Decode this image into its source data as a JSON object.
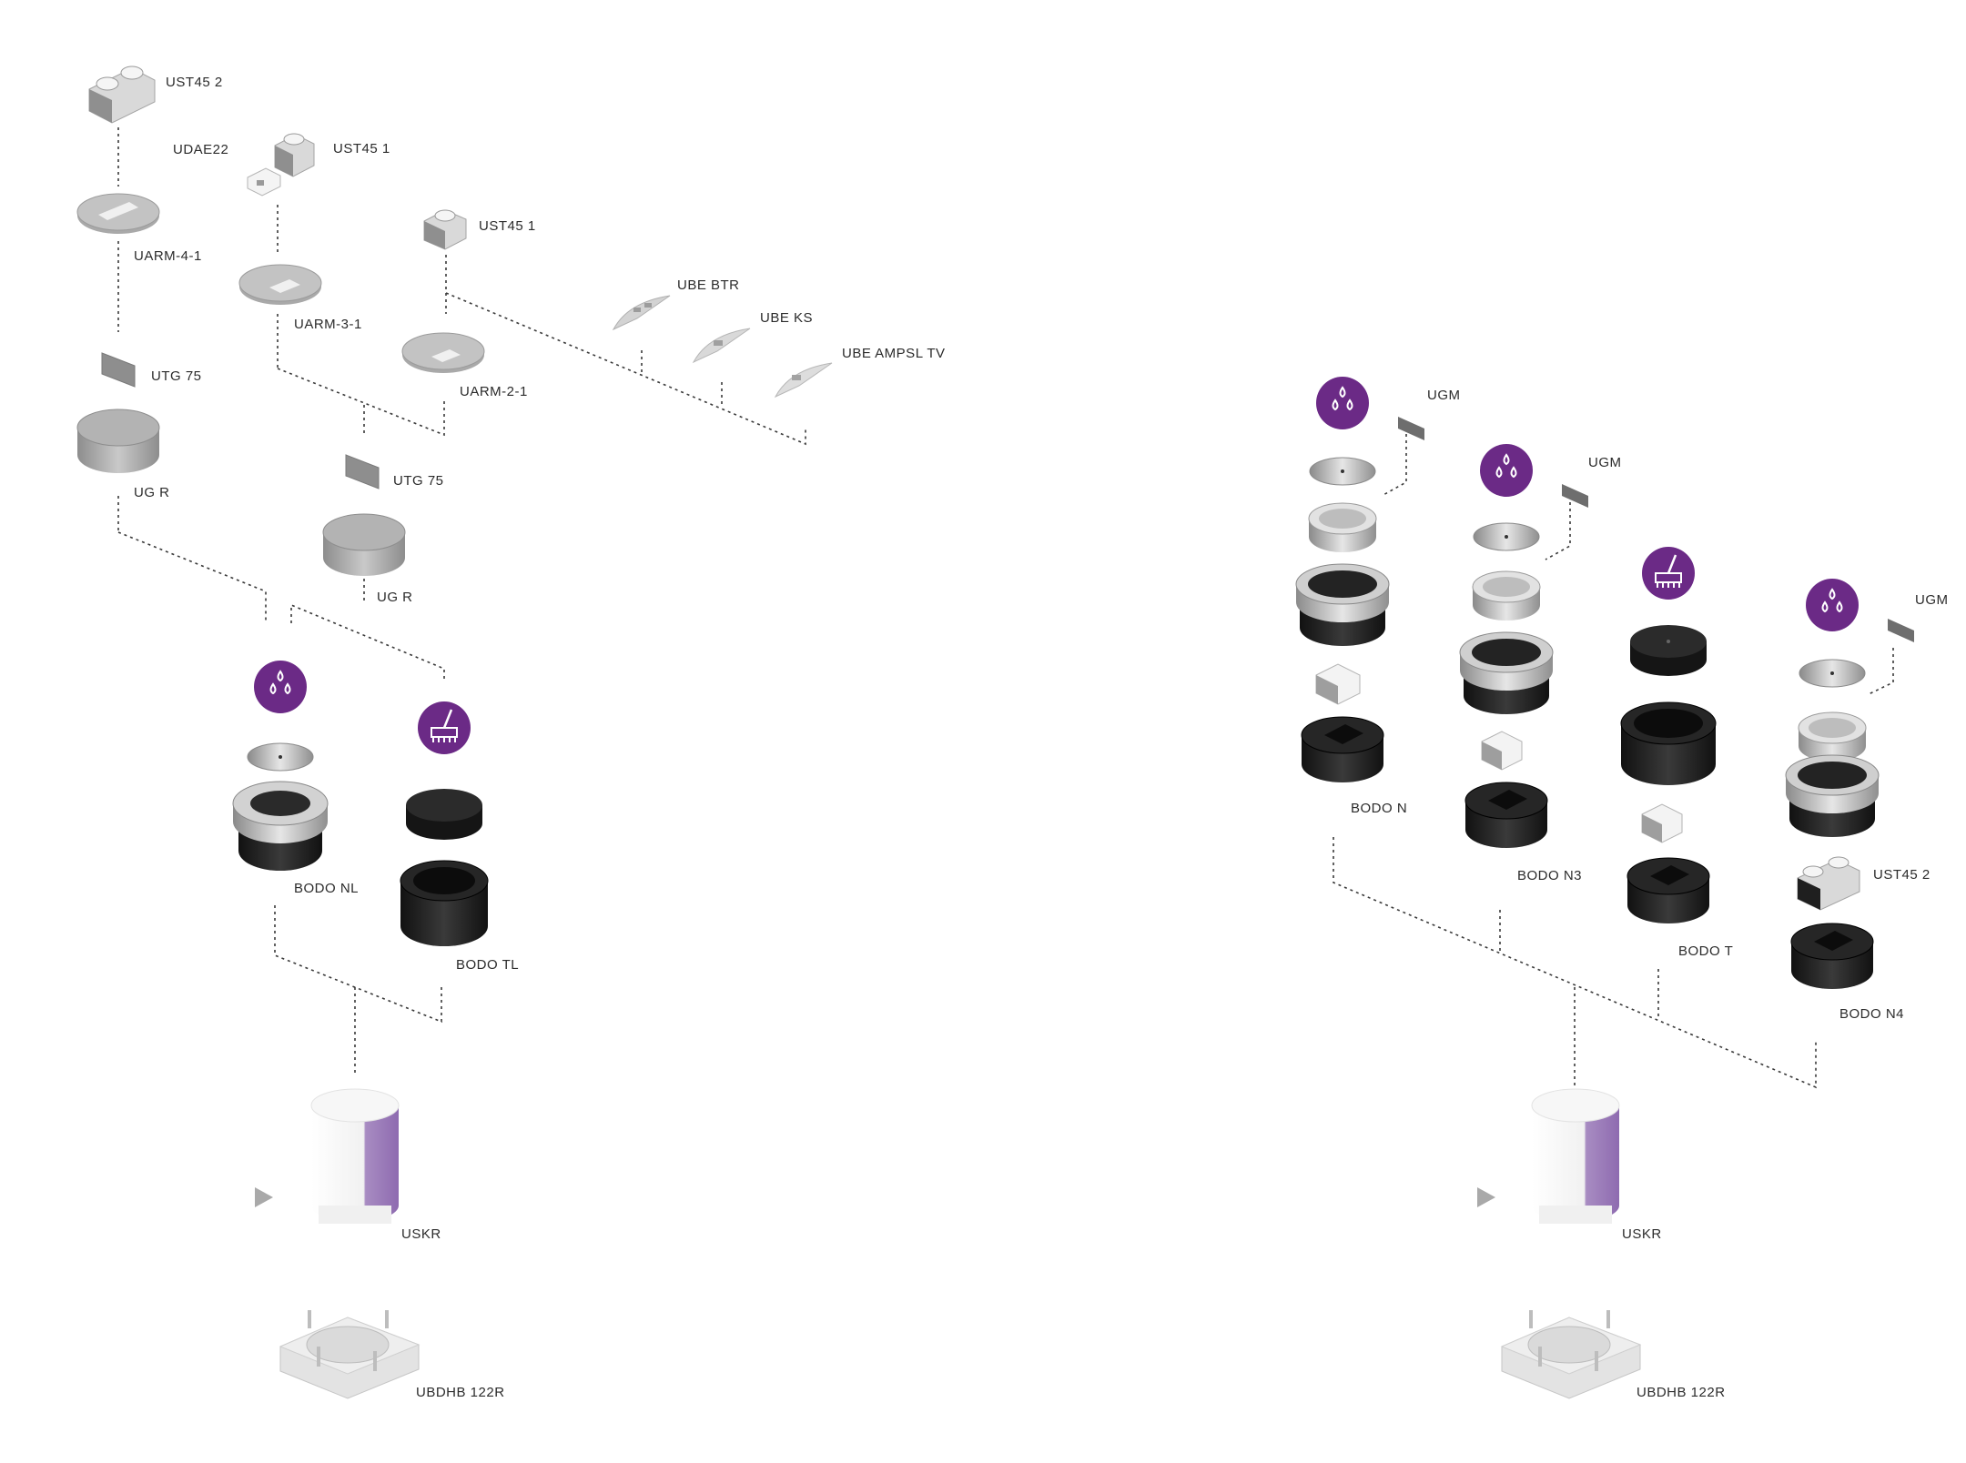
{
  "labels": {
    "ust45_2_a": "UST45 2",
    "udae22": "UDAE22",
    "ust45_1_a": "UST45 1",
    "ust45_1_b": "UST45 1",
    "uarm_4_1": "UARM-4-1",
    "uarm_3_1": "UARM-3-1",
    "uarm_2_1": "UARM-2-1",
    "ube_btr": "UBE BTR",
    "ube_ks": "UBE KS",
    "ube_ampsl_tv": "UBE AMPSL TV",
    "utg75_a": "UTG 75",
    "utg75_b": "UTG 75",
    "ugr_a": "UG R",
    "ugr_b": "UG R",
    "bodo_nl": "BODO NL",
    "bodo_tl": "BODO TL",
    "uskr_a": "USKR",
    "ubdhb_a": "UBDHB 122R",
    "ugm_a": "UGM",
    "ugm_b": "UGM",
    "ugm_c": "UGM",
    "bodo_n": "BODO N",
    "bodo_n3": "BODO N3",
    "bodo_t": "BODO T",
    "bodo_n4": "BODO N4",
    "ust45_2_b": "UST45 2",
    "uskr_b": "USKR",
    "ubdhb_b": "UBDHB 122R"
  },
  "colors": {
    "accent_purple": "#6b2a86",
    "connector_gray": "#3a3a3a",
    "part_black": "#1e1e1e",
    "part_gray": "#b9b9b9"
  },
  "icons": {
    "water_badge": "water-drops-icon",
    "clean_badge": "broom-icon",
    "play": "play-triangle-icon"
  }
}
